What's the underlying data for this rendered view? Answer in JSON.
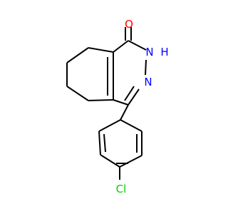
{
  "structure": {
    "atoms": {
      "oxygen": {
        "label": "O",
        "color": "#ff0000"
      },
      "nh_nitrogen": {
        "label": "N",
        "color": "#0000ff"
      },
      "nh_hydrogen": {
        "label": "H",
        "color": "#0000ff"
      },
      "ring_nitrogen": {
        "label": "N",
        "color": "#0000ff"
      },
      "chlorine": {
        "label": "Cl",
        "color": "#00cc00"
      }
    },
    "bond_color": "#000000",
    "background": "#ffffff"
  }
}
